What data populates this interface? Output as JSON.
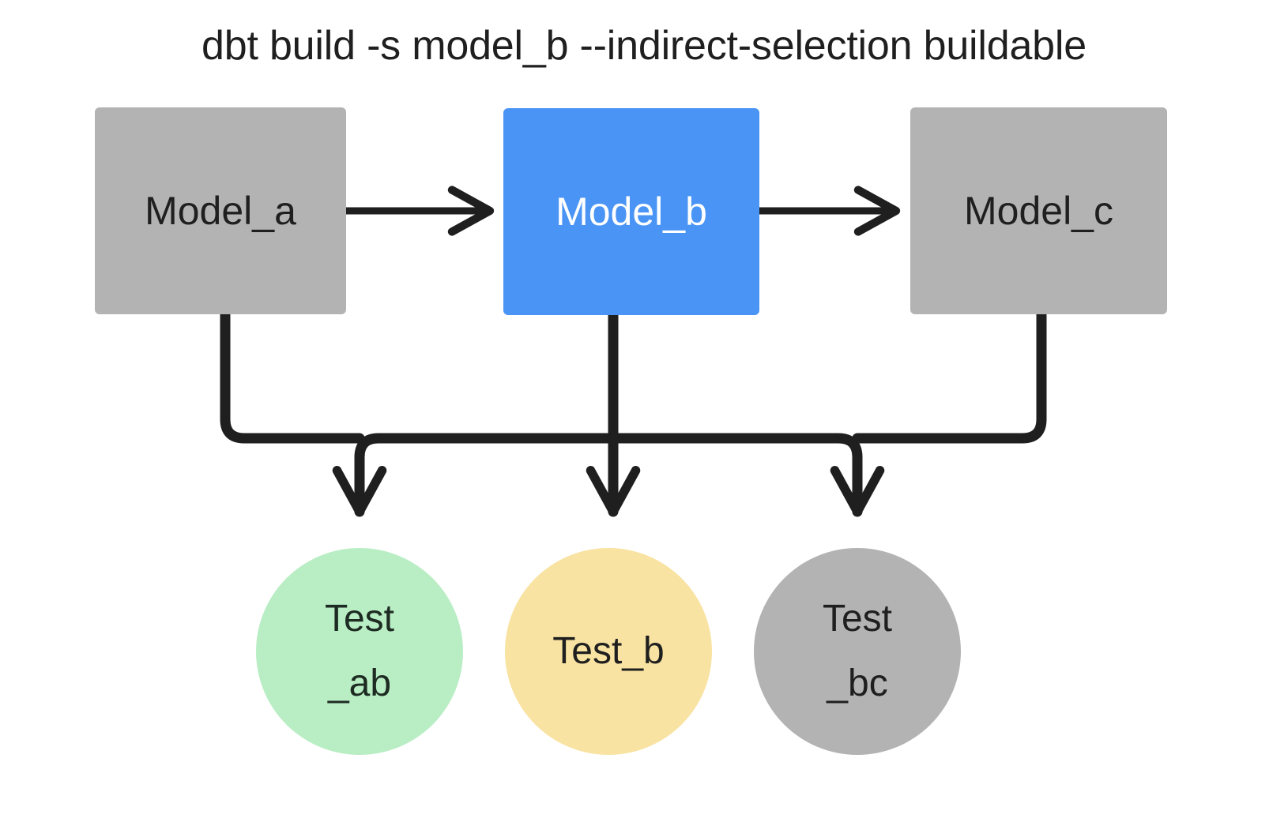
{
  "title": "dbt build -s model_b --indirect-selection buildable",
  "colors": {
    "background": "#ffffff",
    "neutral_gray": "#b3b3b3",
    "selected_blue": "#4a94f5",
    "pass_green": "#b9eec4",
    "warn_yellow": "#f9e3a2",
    "edge_black": "#1f1f1f",
    "text_dark": "#1f1f1f",
    "text_light": "#ffffff",
    "text_green_dark": "#1d2b22"
  },
  "models": [
    {
      "id": "model_a",
      "label": "Model_a",
      "fill": "#b3b3b3",
      "text_color": "#1f1f1f",
      "selected": false
    },
    {
      "id": "model_b",
      "label": "Model_b",
      "fill": "#4a94f5",
      "text_color": "#ffffff",
      "selected": true
    },
    {
      "id": "model_c",
      "label": "Model_c",
      "fill": "#b3b3b3",
      "text_color": "#1f1f1f",
      "selected": false
    }
  ],
  "tests": [
    {
      "id": "test_ab",
      "label": "Test_ab",
      "line1": "Test",
      "line2": "_ab",
      "fill": "#b9eec4",
      "text_color": "#1d2b22",
      "status": "green"
    },
    {
      "id": "test_b",
      "label": "Test_b",
      "line1": "Test_b",
      "line2": "",
      "fill": "#f9e3a2",
      "text_color": "#1f1f1f",
      "status": "yellow"
    },
    {
      "id": "test_bc",
      "label": "Test_bc",
      "line1": "Test",
      "line2": "_bc",
      "fill": "#b3b3b3",
      "text_color": "#1f1f1f",
      "status": "gray"
    }
  ],
  "edges": [
    {
      "id": "model_a-to-model_b",
      "from": "model_a",
      "to": "model_b",
      "style": "straight-arrow"
    },
    {
      "id": "model_b-to-model_c",
      "from": "model_b",
      "to": "model_c",
      "style": "straight-arrow"
    },
    {
      "id": "model_a-to-test_ab",
      "from": "model_a",
      "to": "test_ab",
      "style": "elbow-arrow"
    },
    {
      "id": "model_b-to-test_ab",
      "from": "model_b",
      "to": "test_ab",
      "style": "elbow-arrow"
    },
    {
      "id": "model_b-to-test_b",
      "from": "model_b",
      "to": "test_b",
      "style": "straight-arrow"
    },
    {
      "id": "model_b-to-test_bc",
      "from": "model_b",
      "to": "test_bc",
      "style": "elbow-arrow"
    },
    {
      "id": "model_c-to-test_bc",
      "from": "model_c",
      "to": "test_bc",
      "style": "elbow-arrow"
    }
  ]
}
